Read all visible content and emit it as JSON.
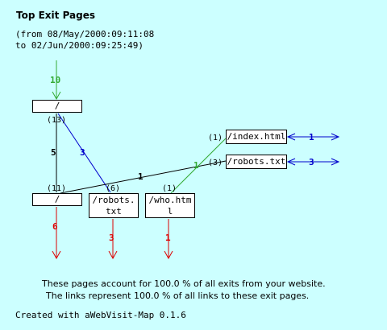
{
  "title": "Top Exit Pages",
  "range_line1": "(from 08/May/2000:09:11:08",
  "range_line2": "to 02/Jun/2000:09:25:49)",
  "nodes": {
    "root": {
      "label": "/",
      "count": "(13)"
    },
    "exit_root": {
      "label": "/",
      "count": "(11)"
    },
    "robots_low": {
      "label_line1": "/robots.",
      "label_line2": "txt",
      "count": "(6)"
    },
    "who": {
      "label_line1": "/who.htm",
      "label_line2": "l",
      "count": "(1)"
    },
    "index": {
      "label": "/index.html",
      "count": "(1)"
    },
    "robots_right": {
      "label": "/robots.txt",
      "count": "(3)"
    }
  },
  "edges": {
    "entry": "10",
    "root_to_exit_root": "5",
    "root_to_robots_low": "3",
    "exit_root_to_robots_right": "1",
    "who_to_index": "1",
    "index_link": "1",
    "robots_right_link": "3",
    "exit_root_exit": "6",
    "robots_low_exit": "3",
    "who_exit": "1"
  },
  "colors": {
    "background": "#ccffff",
    "entry": "#33aa33",
    "exit": "#dd0000",
    "link": "#0000cc",
    "black": "#000000"
  },
  "footer_line1": "These pages account for 100.0 % of all exits from your website.",
  "footer_line2": "The links represent 100.0 % of all links to these exit pages.",
  "credit": "Created with aWebVisit-Map 0.1.6"
}
